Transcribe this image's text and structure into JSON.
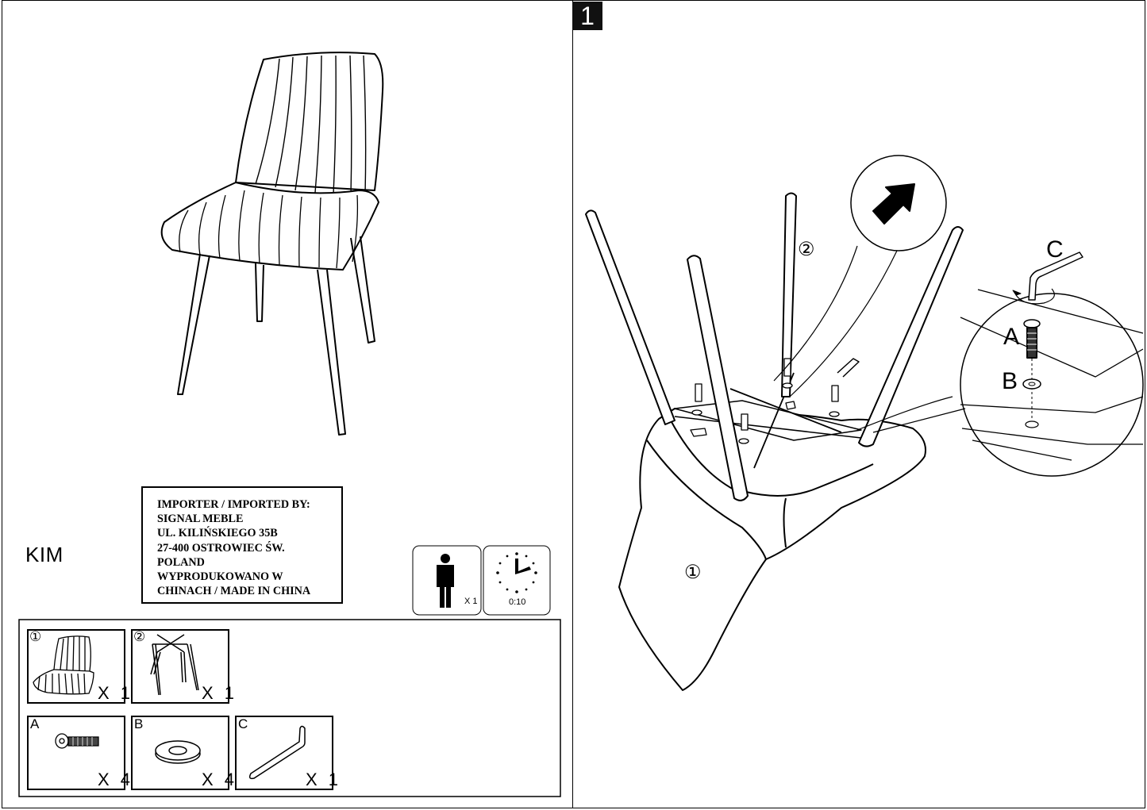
{
  "product": {
    "name": "KIM"
  },
  "importer": {
    "lines": [
      "IMPORTER / IMPORTED BY:",
      "SIGNAL MEBLE",
      "UL. KILIŃSKIEGO 35B",
      "27-400 OSTROWIEC ŚW.",
      "POLAND",
      "WYPRODUKOWANO W",
      "CHINACH / MADE IN CHINA"
    ]
  },
  "assembly_info": {
    "persons": "X 1",
    "time": "0:10"
  },
  "parts": [
    {
      "id": "①",
      "name": "seat",
      "qty": "X 1"
    },
    {
      "id": "②",
      "name": "leg-frame",
      "qty": "X 1"
    },
    {
      "id": "A",
      "name": "bolt",
      "qty": "X 4"
    },
    {
      "id": "B",
      "name": "washer",
      "qty": "X 4"
    },
    {
      "id": "C",
      "name": "allen-key",
      "qty": "X 1"
    }
  ],
  "step": {
    "number": "1",
    "labels": {
      "seat": "①",
      "frame": "②",
      "bolt": "A",
      "washer": "B",
      "key": "C"
    }
  },
  "colors": {
    "ink": "#000000",
    "badge": "#111111",
    "paper": "#ffffff"
  }
}
